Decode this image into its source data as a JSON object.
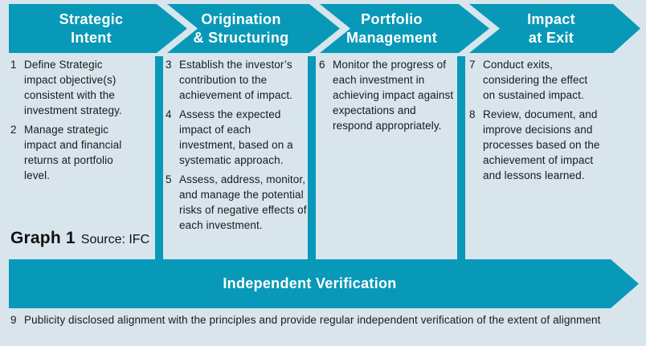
{
  "colors": {
    "teal": "#0999b8",
    "background": "#d8e5ed",
    "heading_text": "#ffffff",
    "body_text": "#1a1a1a"
  },
  "figure": {
    "label": "Graph 1",
    "source": "Source: IFC"
  },
  "stages": [
    {
      "title": "Strategic\nIntent",
      "items": [
        {
          "num": "1",
          "text": "Define Strategic impact objective(s) consistent with the investment strategy."
        },
        {
          "num": "2",
          "text": "Manage strategic impact and financial returns at portfolio level."
        }
      ]
    },
    {
      "title": "Origination\n& Structuring",
      "items": [
        {
          "num": "3",
          "text": "Establish the investor’s contribution to the achievement of impact."
        },
        {
          "num": "4",
          "text": "Assess the expected impact of each investment, based on a systematic approach."
        },
        {
          "num": "5",
          "text": "Assess, address, monitor, and manage the potential risks of negative effects of each investment."
        }
      ]
    },
    {
      "title": "Portfolio\nManagement",
      "items": [
        {
          "num": "6",
          "text": "Monitor the progress of each investment in achieving impact against expectations and respond appropriately."
        }
      ]
    },
    {
      "title": "Impact\nat Exit",
      "items": [
        {
          "num": "7",
          "text": "Conduct exits, considering the effect on sustained impact."
        },
        {
          "num": "8",
          "text": "Review, document, and improve decisions and processes based on the achievement of impact and lessons learned."
        }
      ]
    }
  ],
  "banner": {
    "label": "Independent Verification"
  },
  "footer": {
    "num": "9",
    "text": "Publicity disclosed alignment with the principles and provide regular independent verification of the extent of alignment"
  }
}
